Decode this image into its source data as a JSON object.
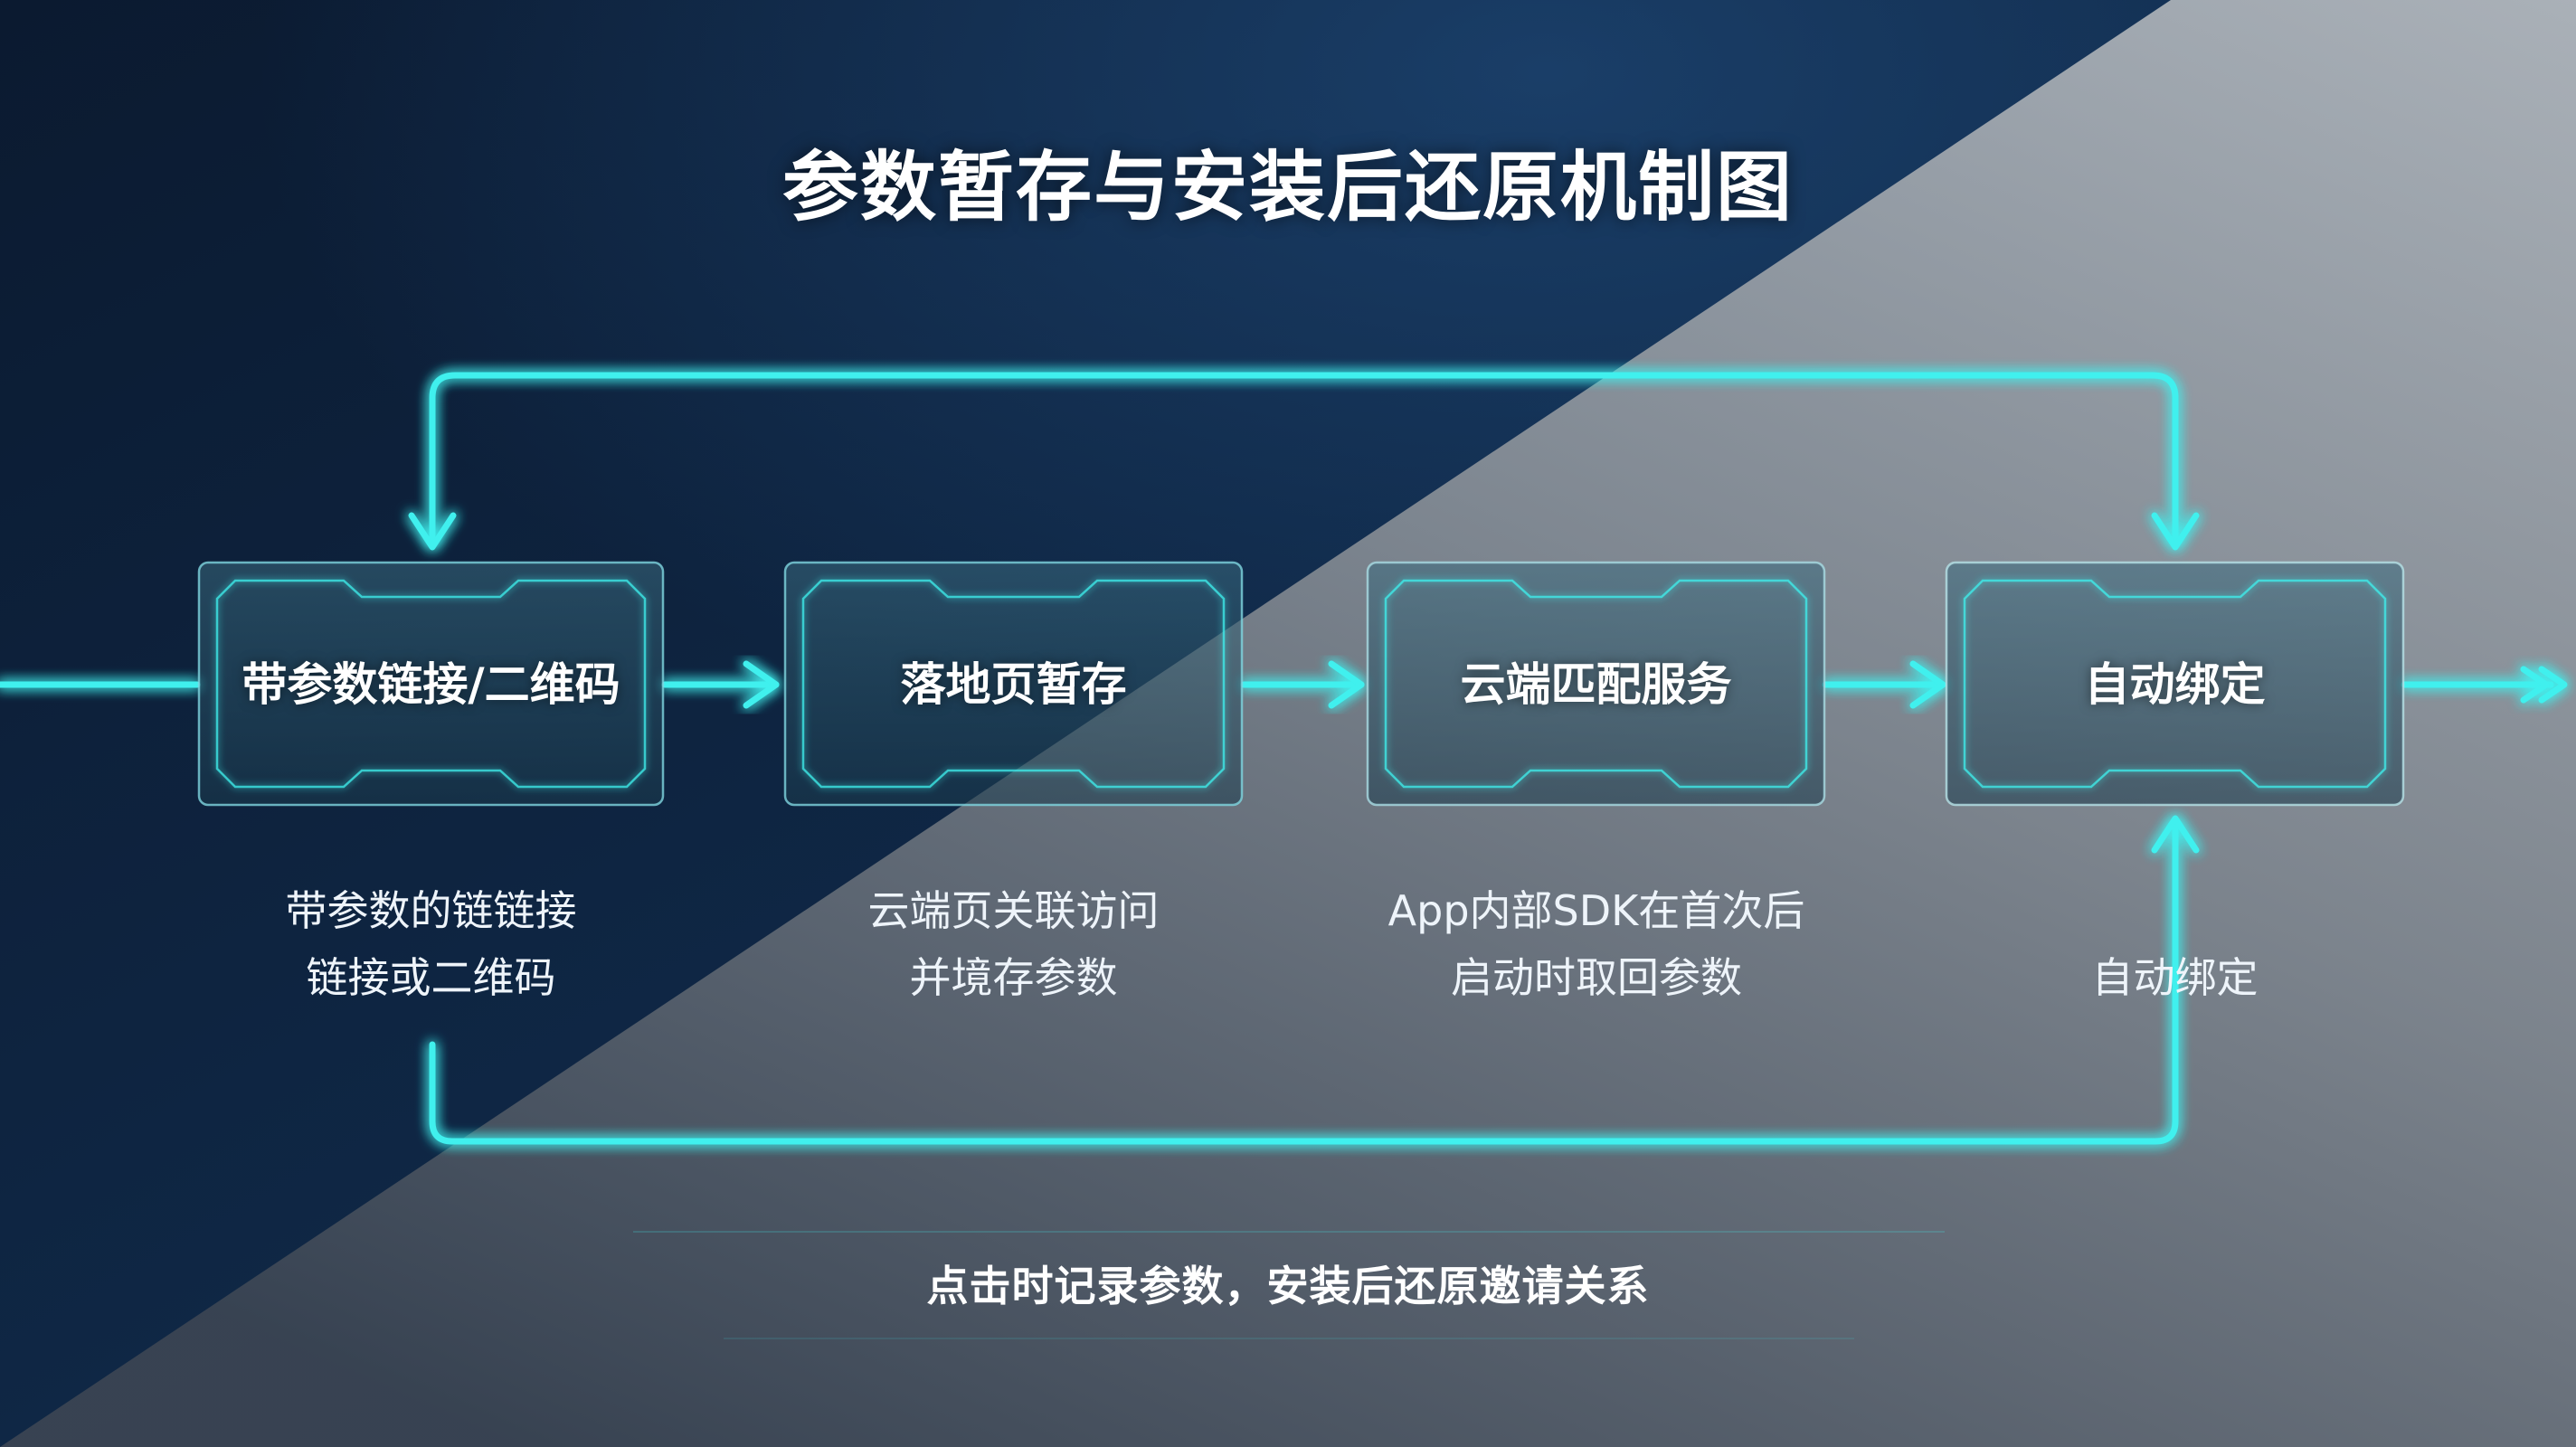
{
  "title": "参数暂存与安装后还原机制图",
  "nodes": [
    {
      "label": "带参数链接/二维码",
      "desc": [
        "带参数的链链接",
        "链接或二维码"
      ]
    },
    {
      "label": "落地页暂存",
      "desc": [
        "云端页关联访问",
        "并境存参数"
      ]
    },
    {
      "label": "云端匹配服务",
      "desc": [
        "App内部SDK在首次后",
        "启动时取回参数"
      ]
    },
    {
      "label": "自动绑定",
      "desc": [
        "自动绑定"
      ]
    }
  ],
  "footer": "点击时记录参数，安装后还原邀请关系",
  "colors": {
    "accent": "#3ff0ee",
    "background_dark": "#0a1a30",
    "background_light": "#9aa1a8"
  }
}
